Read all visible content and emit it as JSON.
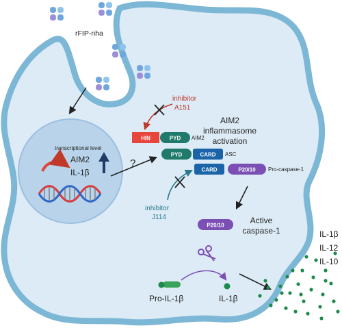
{
  "colors": {
    "cell_fill": "#dcebf5",
    "cell_stroke": "#7db7d6",
    "nucleus_fill": "#b9d4ea",
    "hin": "#e8453c",
    "pyd": "#1f7a6b",
    "card": "#1b64a8",
    "p2010": "#7b4fb3",
    "inhibitor_red": "#c0392b",
    "inhibitor_teal": "#2a7a8c",
    "il_dot": "#1d8a4a"
  },
  "labels": {
    "rfip": "rFIP-nha",
    "inhibitor_a151_title": "inhibitor",
    "inhibitor_a151_name": "A151",
    "inhibitor_j114_title": "inhibitor",
    "inhibitor_j114_name": "J114",
    "transcriptional_level": "transcriptional level",
    "aim2": "AIM2",
    "il1b": "IL-1β",
    "question": "?",
    "inflammasome_line1": "AIM2",
    "inflammasome_line2": "inflammasome",
    "inflammasome_line3": "activation",
    "active_line1": "Active",
    "active_line2": "caspase-1",
    "pro_il1b": "Pro-IL-1β",
    "il1b_out": "IL-1β",
    "out_il1b": "IL-1β",
    "out_il12": "IL-12",
    "out_il10": "IL-10"
  },
  "proteins": {
    "hin": "HIN",
    "pyd_aim2": "PYD",
    "aim2_tag": "AIM2",
    "pyd_asc": "PYD",
    "card_asc": "CARD",
    "asc_tag": "ASC",
    "card_pro": "CARD",
    "p2010_pro": "P20/10",
    "procasp_tag": "Pro-caspase-1",
    "p2010_active": "P20/10"
  },
  "icons": [
    "protein-cluster-icon",
    "dna-icon",
    "scissors-icon",
    "up-arrow-icon",
    "curved-arrow-icon",
    "inhibition-cross-icon"
  ]
}
